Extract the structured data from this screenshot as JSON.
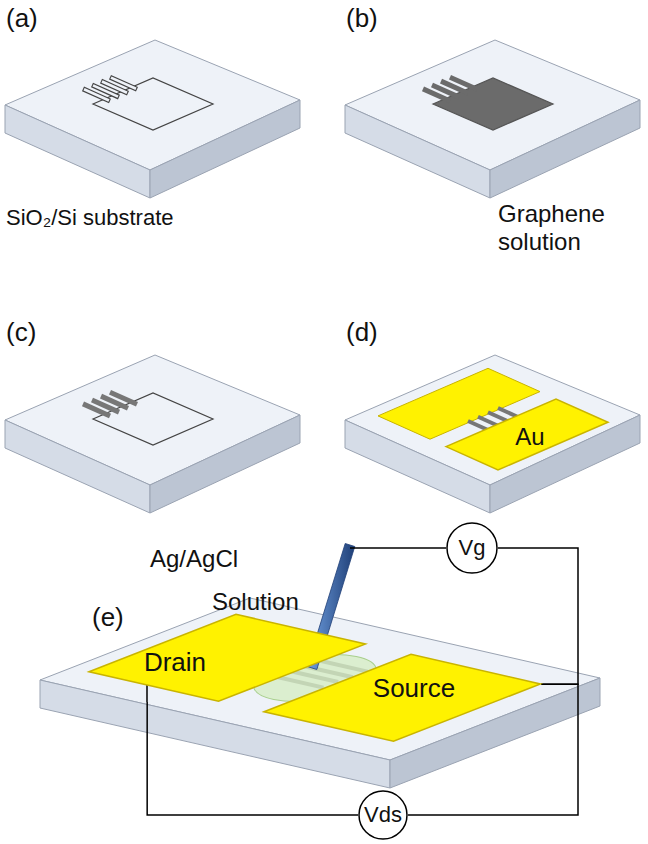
{
  "diagram": {
    "nodes": [
      {
        "text": [
          "Au"
        ]
      },
      {
        "text": [
          "Vg"
        ]
      },
      {
        "text": [
          "Drain"
        ]
      },
      {
        "text": [
          "Source"
        ]
      },
      {
        "text": [
          "Vds"
        ]
      }
    ],
    "edges": [
      {
        "from": 1,
        "to": 3,
        "arrow": "none"
      },
      {
        "from": 2,
        "to": 4,
        "arrow": "none"
      },
      {
        "from": 4,
        "to": 3,
        "arrow": "none"
      }
    ],
    "labels": [
      "(a)",
      "SiO₂/Si substrate",
      "(b)",
      "Graphene solution",
      "(c)",
      "(d)",
      "(e)",
      "Ag/AgCl",
      "Solution"
    ]
  }
}
